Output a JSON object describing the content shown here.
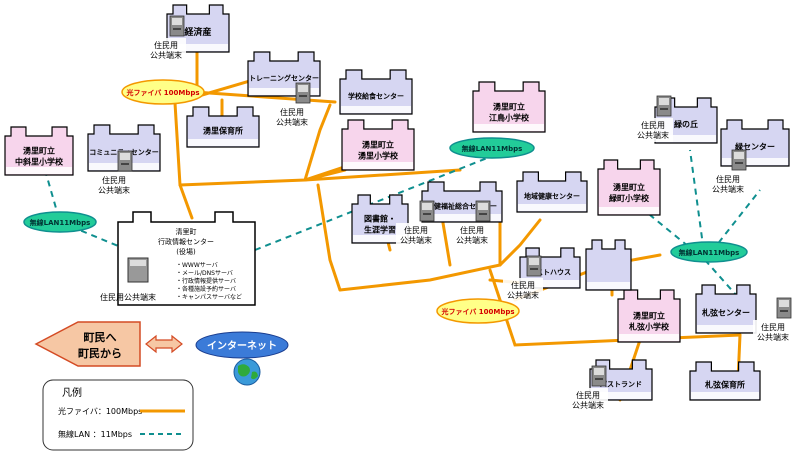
{
  "colors": {
    "fiber": "#f39800",
    "wireless": "#0f8f8f",
    "building_pink": "#f7d5ec",
    "building_blue": "#d6d6f2",
    "arrow_fill": "#f6c7a4",
    "arrow_stroke": "#d44b24",
    "bubble_fill": "#ffff88",
    "bubble_text": "#d40000",
    "wireless_bubble": "#22cc99"
  },
  "nodes": {
    "keizai": {
      "label": "経済産"
    },
    "training": {
      "label": "トレーニングセンター"
    },
    "hoikusho": {
      "label": "湧里保育所"
    },
    "kyushoku": {
      "label": "学校給食センター"
    },
    "kiyosato_sho": {
      "line1": "湧里町立",
      "line2": "湧里小学校"
    },
    "emotsu_sho": {
      "line1": "湧里町立",
      "line2": "江鳥小学校"
    },
    "midori_sho": {
      "line1": "湧里町立",
      "line2": "緑町小学校"
    },
    "midorinooka": {
      "label": "緑の丘"
    },
    "midori_center": {
      "label": "緑センター"
    },
    "community": {
      "label": "コミュニティセンター"
    },
    "chusetsu_sho": {
      "line1": "湧里町立",
      "line2": "中斜里小学校"
    },
    "toshokan": {
      "line1": "図書館・",
      "line2": "生涯学習"
    },
    "hoken_center": {
      "label": "保健福祉総合センター"
    },
    "kaigo_center": {
      "label": "地域健康センター"
    },
    "resthouse": {
      "label": "レストハウス"
    },
    "satsuru_center": {
      "label": "札弦センター"
    },
    "kamisatsuru_sho": {
      "line1": "湧里町立",
      "line2": "札弦小学校"
    },
    "pastland": {
      "label": "パストランド"
    },
    "satsuru_hoikusho": {
      "label": "札弦保育所"
    }
  },
  "terminal": {
    "line1": "住民用",
    "line2": "公共端末",
    "single": "住民用公共端末"
  },
  "center": {
    "title1": "清里町",
    "title2": "行政情報センター",
    "title3": "(役場)",
    "servers": [
      "・WWWサーバ",
      "・メール/DNSサーバ",
      "・行政情報提供サーバ",
      "・各種施設予約サーバ",
      "・キャンパスサーバなど"
    ]
  },
  "labels": {
    "fiber_bubble": "光ファイバ 100Mbps",
    "wireless_bubble": "無線LAN11Mbps",
    "internet": "インターネット",
    "arrow_line1": "町民へ",
    "arrow_line2": "町民から"
  },
  "legend": {
    "title": "凡例",
    "fiber": "光ファイバ：100Mbps",
    "wireless": "無線LAN ：11Mbps"
  }
}
